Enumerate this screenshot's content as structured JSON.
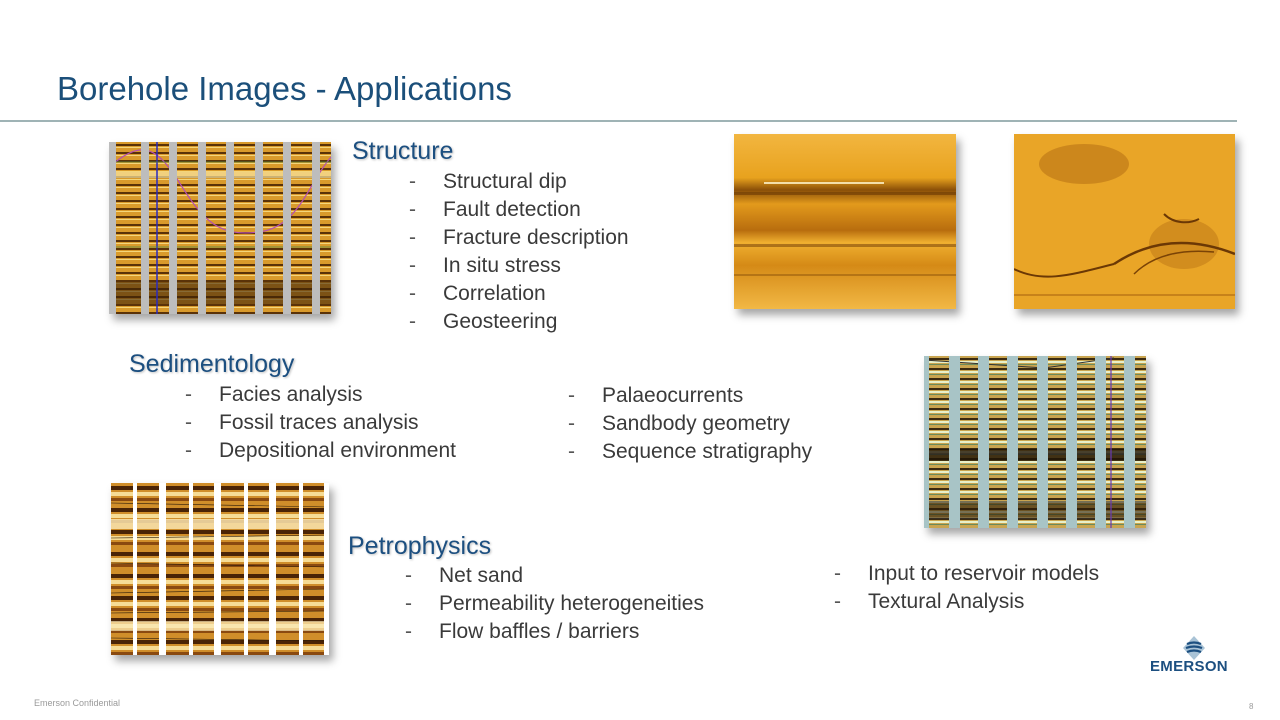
{
  "slide": {
    "title": "Borehole Images - Applications",
    "page_number": "8",
    "footer": "Emerson Confidential",
    "logo": {
      "text": "EMERSON",
      "icon": "emerson-logo-icon",
      "color": "#1c4f80"
    },
    "colors": {
      "title": "#1b4f7a",
      "heading": "#1c4f80",
      "body": "#3a3a3a",
      "rule": "#9fb3b5"
    }
  },
  "sections": {
    "structure": {
      "heading": "Structure",
      "items": [
        "Structural dip",
        "Fault detection",
        "Fracture description",
        "In situ stress",
        "Correlation",
        "Geosteering"
      ]
    },
    "sedimentology": {
      "heading": "Sedimentology",
      "items_left": [
        "Facies analysis",
        "Fossil traces analysis",
        "Depositional environment"
      ],
      "items_right": [
        "Palaeocurrents",
        "Sandbody geometry",
        "Sequence stratigraphy"
      ]
    },
    "petrophysics": {
      "heading": "Petrophysics",
      "items_left": [
        "Net sand",
        "Permeability heterogeneities",
        "Flow baffles / barriers"
      ],
      "items_right": [
        "Input to reservoir models",
        "Textural Analysis"
      ]
    }
  },
  "bullet": "-",
  "images": [
    {
      "name": "structure-borehole-image",
      "description": "Striped borehole image with sinusoid"
    },
    {
      "name": "bedding-borehole-image",
      "description": "Horizontal bedding close-up"
    },
    {
      "name": "fossil-trace-borehole-image",
      "description": "Bioturbation close-up"
    },
    {
      "name": "sedimentology-borehole-image",
      "description": "Multi-pad image with bedding"
    },
    {
      "name": "petrophysics-borehole-image",
      "description": "Layered sand/shale image"
    }
  ]
}
